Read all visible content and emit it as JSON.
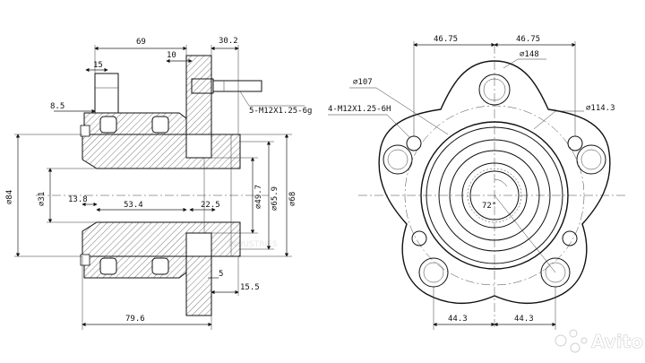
{
  "watermark": {
    "text": "INDUSTRIES"
  },
  "logo": {
    "text": "Avito"
  },
  "side_view": {
    "dims": {
      "d69": "69",
      "d30_2": "30.2",
      "d10": "10",
      "d15": "15",
      "d8_5": "8.5",
      "thread_stud": "5-M12X1.25-6g",
      "d84": "⌀84",
      "d31": "⌀31",
      "d13_8": "13.8",
      "d53_4": "53.4",
      "d22_5": "22.5",
      "d49_7": "⌀49.7",
      "d65_9": "⌀65.9",
      "d68": "⌀68",
      "d5": "5",
      "d15_5": "15.5",
      "d79_6": "79.6"
    }
  },
  "front_view": {
    "dims": {
      "d46_75_left": "46.75",
      "d46_75_right": "46.75",
      "d148": "⌀148",
      "d107": "⌀107",
      "thread_holes": "4-M12X1.25-6H",
      "d114_3": "⌀114.3",
      "angle72": "72°",
      "d44_3_left": "44.3",
      "d44_3_right": "44.3"
    }
  }
}
